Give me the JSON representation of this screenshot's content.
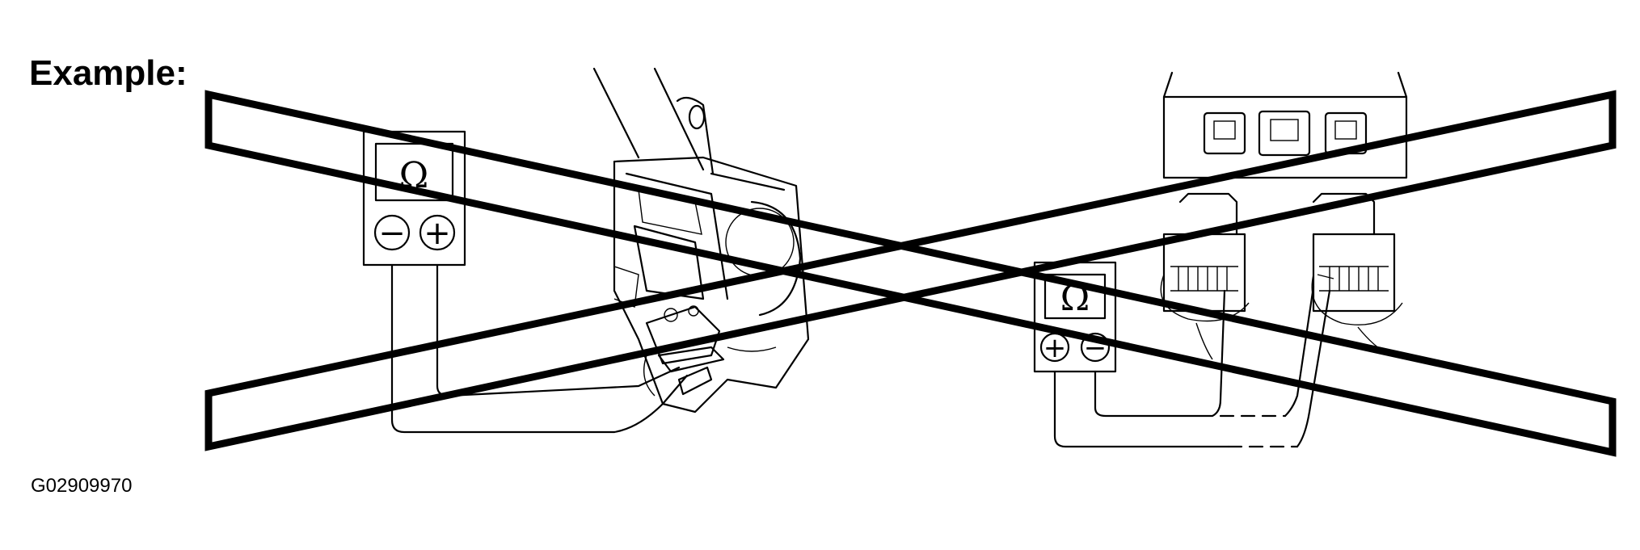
{
  "title": "Example:",
  "figure_code": "G02909970",
  "meters": [
    {
      "symbol": "Ω",
      "left_terminal": "−",
      "right_terminal": "+"
    },
    {
      "symbol": "Ω",
      "left_terminal": "+",
      "right_terminal": "−"
    }
  ],
  "icons": [
    "ohmmeter-icon",
    "actuator-motor-icon",
    "connector-icon",
    "cross-mark-icon"
  ],
  "colors": {
    "line": "#000000",
    "background": "#ffffff"
  }
}
